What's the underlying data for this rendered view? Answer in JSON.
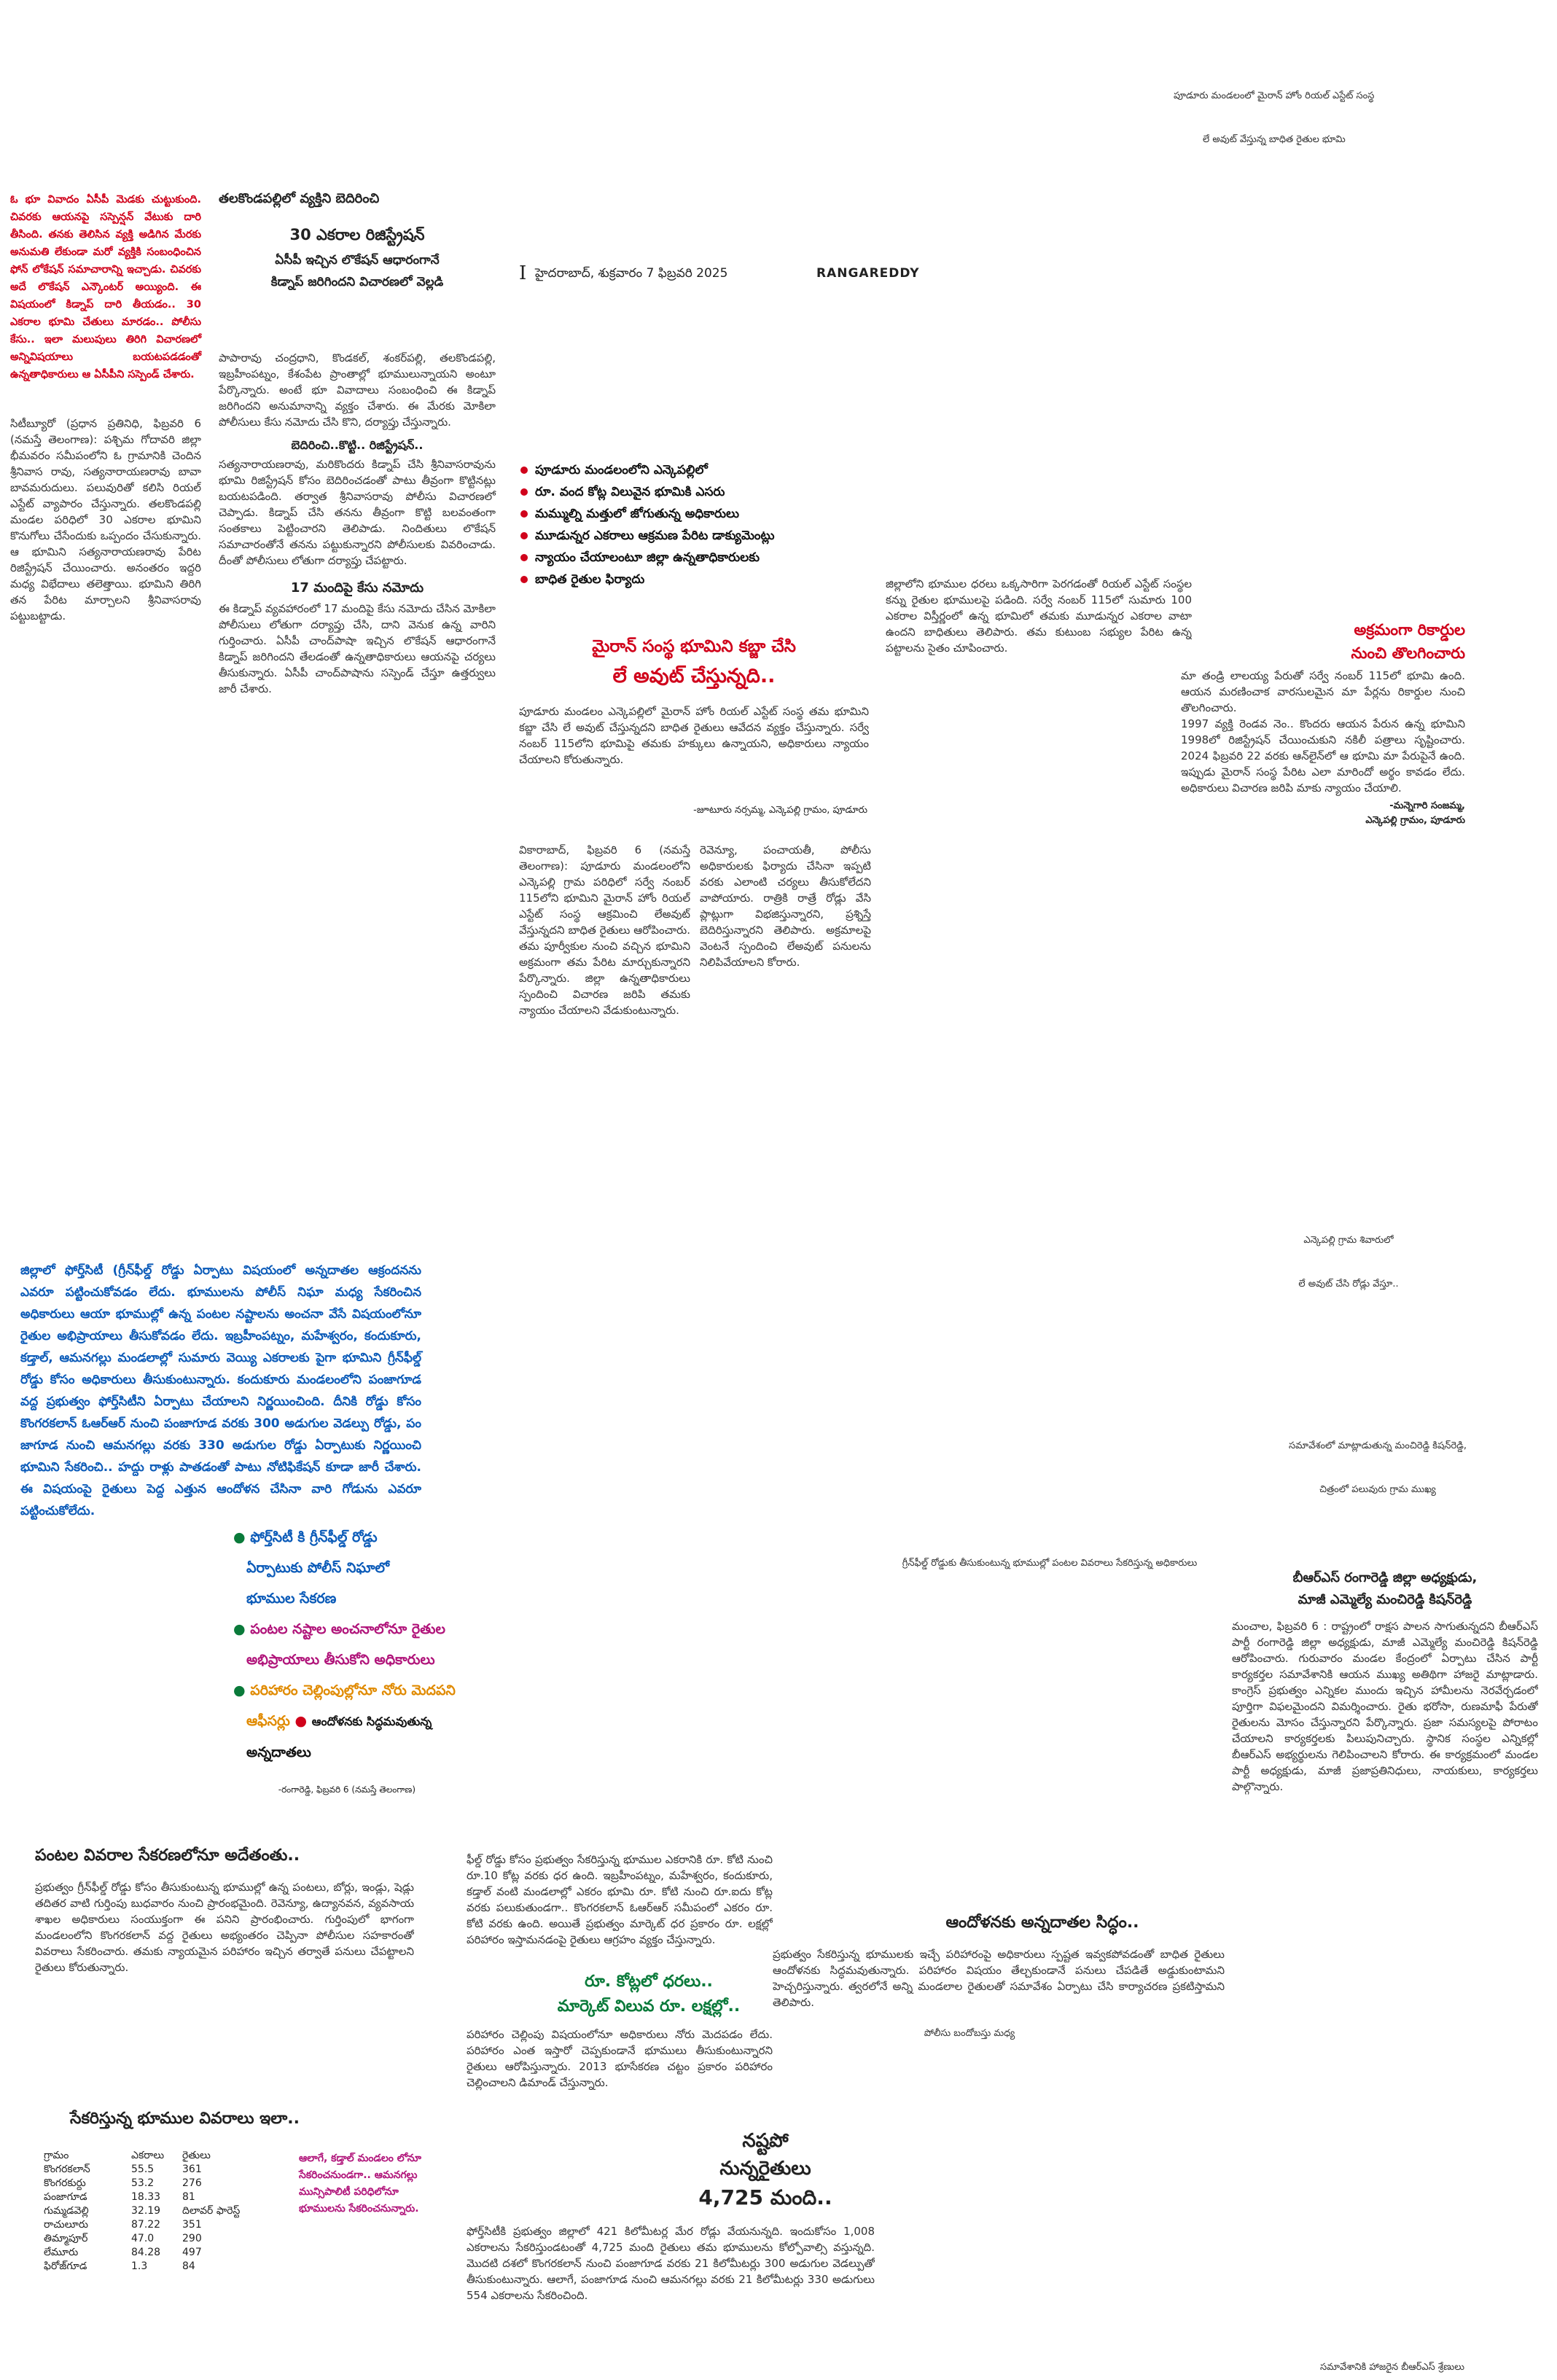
{
  "masthead": {
    "issue_mark": "I",
    "dateline": "హైదరాబాద్‌, శుక్రవారం 7 ఫిబ్రవరి 2025",
    "section": "RANGAREDDY"
  },
  "top_right_caption": {
    "line1": "పూడూరు మండలంలో మైరాన్‌ హోం రియల్‌ ఎస్టేట్‌ సంస్థ",
    "line2": "లే అవుట్‌ వేస్తున్న బాధిత రైతుల భూమి"
  },
  "red_intro": "ఓ భూ వివాదం ఏసీపీ మెడకు చుట్టుకుంది. చివరకు ఆయనపై సస్పెన్షన్‌ వేటుకు దారి తీసింది. తనకు తెలిసిన వ్యక్తి అడిగిన మేరకు అనుమతి లేకుండా మరో వ్యక్తికి సంబంధించిన ఫోన్‌ లోకేషన్‌ సమాచారాన్ని ఇచ్చాడు. చివరకు అదే లొకేషన్‌ ఎన్కౌంటర్‌ అయ్యింది. ఈ విషయంలో కిడ్నాప్‌ దారి తీయడం.. 30 ఎకరాల భూమి చేతులు మారడం.. పోలీసు కేసు.. ఇలా మలుపులు తిరిగి విచారణలో అన్నివిషయాలు బయటపడడంతో ఉన్నతాధికారులు ఆ ఏసీపీని సస్పెండ్‌ చేశారు.",
  "story1": {
    "kicker": "తలకొండపల్లిలో వ్యక్తిని బెదిరించి",
    "headline": "30 ఎకరాల రిజిస్ట్రేషన్‌",
    "deck1": "ఏసీపీ ఇచ్చిన లొకేషన్‌ ఆధారంగానే",
    "deck2": "కిడ్నాప్‌ జరిగిందని విచారణలో వెల్లడి",
    "col1": "సిటీబ్యూరో (ప్రధాన ప్రతినిధి, ఫిబ్రవరి 6 (నమస్తే తెలంగాణ): పశ్చిమ గోదావరి జిల్లా భీమవరం సమీపంలోని ఓ గ్రామానికి చెందిన శ్రీనివాస రావు, సత్యనారాయణరావు బావా బావమరుదులు. పలువురితో కలిసి రియల్‌ ఎస్టేట్‌ వ్యాపారం చేస్తున్నారు. తలకొండపల్లి మండల పరిధిలో 30 ఎకరాల భూమిని కొనుగోలు చేసేందుకు ఒప్పందం చేసుకున్నారు. ఆ భూమిని సత్యనారాయణరావు పేరిట రిజిస్ట్రేషన్‌ చేయించారు. అనంతరం ఇద్దరి మధ్య విభేదాలు తలెత్తాయి. భూమిని తిరిగి తన పేరిట మార్చాలని శ్రీనివాసరావు పట్టుబట్టాడు.",
    "col2": "పాపారావు చంద్రధాని, కొండకల్‌, శంకర్‌పల్లి, తలకొండపల్లి, ఇబ్రహీంపట్నం, కేశంపేట ప్రాంతాల్లో భూములున్నాయని అంటూ పేర్కొన్నారు. అంటే భూ వివాదాలు సంబంధించి ఈ కిడ్నాప్‌ జరిగిందని అనుమానాన్ని వ్యక్తం చేశారు. ఈ మేరకు మోకిలా పోలీసులు కేసు నమోదు చేసి కొని, దర్యాప్తు చేస్తున్నారు.",
    "sub1": "బెదిరించి..కొట్టి.. రిజిస్ట్రేషన్‌..",
    "col2b": "సత్యనారాయణరావు, మరికొందరు కిడ్నాప్‌ చేసి శ్రీనివాసరావును భూమి రిజిస్ట్రేషన్‌ కోసం బెదిరించడంతో పాటు తీవ్రంగా కొట్టినట్లు బయటపడింది. తర్వాత శ్రీనివాసరావు పోలీసు విచారణలో చెప్పాడు. కిడ్నాప్‌ చేసి తనను తీవ్రంగా కొట్టి బలవంతంగా సంతకాలు పెట్టించారని తెలిపాడు. నిందితులు లొకేషన్‌ సమాచారంతోనే తనను పట్టుకున్నారని పోలీసులకు వివరించాడు. దీంతో పోలీసులు లోతుగా దర్యాప్తు చేపట్టారు.",
    "sub2": "17 మందిపై కేసు నమోదు",
    "col2c": "ఈ కిడ్నాప్‌ వ్యవహారంలో 17 మందిపై కేసు నమోదు చేసిన మోకిలా పోలీసులు లోతుగా దర్యాప్తు చేసి, దాని వెనుక ఉన్న వారిని గుర్తించారు. ఏసీపీ చాంద్‌పాషా ఇచ్చిన లొకేషన్‌ ఆధారంగానే కిడ్నాప్‌ జరిగిందని తేలడంతో ఉన్నతాధికారులు ఆయనపై చర్యలు తీసుకున్నారు. ఏసీపీ చాంద్‌పాషాను సస్పెండ్‌ చేస్తూ ఉత్తర్వులు జారీ చేశారు."
  },
  "story2": {
    "bullets": [
      "పూడూరు మండలంలోని ఎన్కెపల్లిలో",
      "రూ. వంద కోట్ల విలువైన భూమికి ఎసరు",
      "మమ్ముల్ని మత్తులో జోగుతున్న అధికారులు",
      "మూడున్నర ఎకరాలు ఆక్రమణ పేరిట డాక్యుమెంట్లు",
      "న్యాయం చేయాలంటూ జిల్లా ఉన్నతాధికారులకు",
      "బాధిత రైతుల ఫిర్యాదు"
    ],
    "headline1": "మైరాన్‌ సంస్థ భూమిని కబ్జా చేసి",
    "headline2": "లే అవుట్‌ చేస్తున్నది..",
    "intro": "పూడూరు మండలం ఎన్కెపల్లిలో మైరాన్‌ హోం రియల్‌ ఎస్టేట్‌ సంస్థ తమ భూమిని కబ్జా చేసి లే అవుట్‌ చేస్తున్నదని బాధిత రైతులు ఆవేదన వ్యక్తం చేస్తున్నారు. సర్వే నంబర్‌ 115లోని భూమిపై తమకు హక్కులు ఉన్నాయని, అధికారులు న్యాయం చేయాలని కోరుతున్నారు.",
    "byline": "-జూటూరు నర్సమ్మ, ఎన్కెపల్లి గ్రామం, పూడూరు",
    "col_a": "వికారాబాద్‌, ఫిబ్రవరి 6 (నమస్తే తెలంగాణ): పూడూరు మండలంలోని ఎన్కెపల్లి గ్రామ పరిధిలో సర్వే నంబర్‌ 115లోని భూమిని మైరాన్‌ హోం రియల్‌ ఎస్టేట్‌ సంస్థ ఆక్రమించి లేఅవుట్‌ వేస్తున్నదని బాధిత రైతులు ఆరోపించారు. తమ పూర్వీకుల నుంచి వచ్చిన భూమిని అక్రమంగా తమ పేరిట మార్చుకున్నారని పేర్కొన్నారు. జిల్లా ఉన్నతాధికారులు స్పందించి విచారణ జరిపి తమకు న్యాయం చేయాలని వేడుకుంటున్నారు.",
    "col_b": "రెవెన్యూ, పంచాయతీ, పోలీసు అధికారులకు ఫిర్యాదు చేసినా ఇప్పటి వరకు ఎలాంటి చర్యలు తీసుకోలేదని వాపోయారు. రాత్రికి రాత్రే రోడ్లు వేసి ప్లాట్లుగా విభజిస్తున్నారని, ప్రశ్నిస్తే బెదిరిస్తున్నారని తెలిపారు. అక్రమాలపై వెంటనే స్పందించి లేఅవుట్‌ పనులను నిలిపివేయాలని కోరారు.",
    "col_c": "జిల్లాలోని భూముల ధరలు ఒక్కసారిగా పెరగడంతో రియల్‌ ఎస్టేట్‌ సంస్థల కన్ను రైతుల భూములపై పడింది. సర్వే నంబర్‌ 115లో సుమారు 100 ఎకరాల విస్తీర్ణంలో ఉన్న భూమిలో తమకు మూడున్నర ఎకరాల వాటా ఉందని బాధితులు తెలిపారు. తమ కుటుంబ సభ్యుల పేరిట ఉన్న పట్టాలను సైతం చూపించారు.",
    "photo_caption_line1": "ఎన్కెపల్లి గ్రామ శివారులో",
    "photo_caption_line2": "లే అవుట్‌ చేసి రోడ్లు వేస్తూ..",
    "side_headline1": "అక్రమంగా రికార్డుల",
    "side_headline2": "నుంచి తొలగించారు",
    "side_intro": "మా తండ్రి లాలయ్య పేరుతో సర్వే నంబర్‌ 115లో భూమి ఉంది. ఆయన మరణించాక వారసులమైన మా పేర్లను రికార్డుల నుంచి తొలగించారు.",
    "side_text": "1997 వ్యక్తి రెండవ నెం.. కొందరు ఆయన పేరున ఉన్న భూమిని 1998లో రిజిస్ట్రేషన్‌ చేయించుకుని నకిలీ పత్రాలు సృష్టించారు. 2024 ఫిబ్రవరి 22 వరకు ఆన్‌లైన్‌లో ఆ భూమి మా పేరుపైనే ఉంది. ఇప్పుడు మైరాన్‌ సంస్థ పేరిట ఎలా మారిందో అర్థం కావడం లేదు. అధికారులు విచారణ జరిపి మాకు న్యాయం చేయాలి.",
    "side_byline1": "-మన్నెగారి సంజమ్మ,",
    "side_byline2": "ఎన్కెపల్లి గ్రామం, పూడూరు"
  },
  "story3": {
    "intro": "జిల్లాలో ఫోర్త్‌సిటీ (గ్రీన్‌ఫీల్డ్‌ రోడ్డు ఏర్పాటు విషయంలో అన్నదాతల ఆక్రందనను ఎవరూ పట్టించుకోవడం లేదు. భూములను పోలీస్‌ నిఘా మధ్య సేకరించిన అధికారులు ఆయా భూముల్లో ఉన్న పంటల నష్టాలను అంచనా వేసే విషయంలోనూ రైతుల అభిప్రాయాలు తీసుకోవడం లేదు. ఇబ్రహీంపట్నం, మహేశ్వరం, కందుకూరు, కడ్తాల్‌, ఆమనగల్లు మండలాల్లో సుమారు వెయ్యి ఎకరాలకు పైగా భూమిని గ్రీన్‌ఫీల్డ్‌ రోడ్డు కోసం అధికారులు తీసుకుంటున్నారు. కందుకూరు మండలంలోని పంజాగూడ వద్ద ప్రభుత్వం ఫోర్త్‌సిటీని ఏర్పాటు చేయాలని నిర్ణయించింది. దీనికి రోడ్డు కోసం కొంగరకలాన్‌ ఓఆర్‌ఆర్‌ నుంచి పంజాగూడ వరకు 300 అడుగుల వెడల్పు రోడ్డు, పం జాగూడ నుంచి ఆమనగల్లు వరకు 330 అడుగుల రోడ్డు ఏర్పాటుకు నిర్ణయించి భూమిని సేకరించి.. హద్దు రాళ్లు పాతడంతో పాటు నోటిఫికేషన్‌ కూడా జారీ చేశారు. ఈ విషయంపై రైతులు పెద్ద ఎత్తున ఆందోళన చేసినా వారి గోడును ఎవరూ పట్టించుకోలేదు.",
    "dateline": "-రంగారెడ్డి, ఫిబ్రవరి 6 (నమస్తే తెలంగాణ)",
    "bullets": [
      "ఫోర్త్‌సిటీ కి గ్రీన్‌ఫీల్డ్‌ రోడ్డు",
      "ఏర్పాటుకు పోలీస్‌ నిఘాలో",
      "భూముల సేకరణ",
      "పంటల నష్టాల అంచనాలోనూ రైతుల",
      "అభిప్రాయాలు తీసుకోని అధికారులు",
      "పరిహారం చెల్లింపుల్లోనూ నోరు మెదపని",
      "ఆఫీసర్లు",
      "ఆందోళనకు సిద్ధమవుతున్న",
      "అన్నదాతలు"
    ],
    "photo_caption": "గ్రీన్‌ఫీల్డ్‌ రోడ్డుకు తీసుకుంటున్న భూముల్లో పంటల వివరాలు సేకరిస్తున్న అధికారులు",
    "sub_head": "పంటల వివరాల సేకరణలోనూ అదేతంతు..",
    "sub_text": "ప్రభుత్వం గ్రీన్‌ఫీల్డ్‌ రోడ్డు కోసం తీసుకుంటున్న భూముల్లో ఉన్న పంటలు, బోర్లు, ఇండ్లు, షెడ్లు తదితర వాటి గుర్తింపు బుధవారం నుంచి ప్రారంభమైంది. రెవెన్యూ, ఉద్యానవన, వ్యవసాయ శాఖల అధికారులు సంయుక్తంగా ఈ పనిని ప్రారంభించారు. గుర్తింపులో భాగంగా మండలంలోని కొంగరకలాన్‌ వద్ద రైతులు అభ్యంతరం చెప్పినా పోలీసుల సహకారంతో వివరాలు సేకరించారు. తమకు న్యాయమైన పరిహారం ఇచ్చిన తర్వాతే పనులు చేపట్టాలని రైతులు కోరుతున్నారు.",
    "table_title": "సేకరిస్తున్న భూముల వివరాలు ఇలా..",
    "table_headers": [
      "గ్రామం",
      "ఎకరాలు",
      "రైతులు"
    ],
    "table_rows": [
      [
        "కొంగరకలాన్‌",
        "55.5",
        "361"
      ],
      [
        "కొంగరకుర్దు",
        "53.2",
        "276"
      ],
      [
        "పంజాగూడ",
        "18.33",
        "81"
      ],
      [
        "గుమ్మడవెల్లి",
        "32.19",
        "దిలావర్‌ ఫారెస్ట్‌"
      ],
      [
        "రాచులూరు",
        "87.22",
        "351"
      ],
      [
        "తిమ్మాపూర్‌",
        "47.0",
        "290"
      ],
      [
        "లేమూరు",
        "84.28",
        "497"
      ],
      [
        "ఫిరోజ్‌గూడ",
        "1.3",
        "84"
      ]
    ],
    "table_note": "ఆలాగే, కడ్తాల్‌ మండలం లోనూ సేకరించనుండగా.. ఆమనగల్లు మున్సిపాలిటీ పరిధిలోనూ భూములను సేకరించనున్నారు.",
    "mid_text": "ఫీల్డ్‌ రోడ్డు కోసం ప్రభుత్వం సేకరిస్తున్న భూముల ఎకరానికి రూ. కోటి నుంచి రూ.10 కోట్ల వరకు ధర ఉంది. ఇబ్రహీంపట్నం, మహేశ్వరం, కందుకూరు, కడ్తాల్‌ వంటి మండలాల్లో ఎకరం భూమి రూ. కోటి నుంచి రూ.ఐదు కోట్ల వరకు పలుకుతుండగా.. కొంగరకలాన్‌ ఓఆర్‌ఆర్‌ సమీపంలో ఎకరం రూ. కోటి వరకు ఉంది. అయితే ప్రభుత్వం మార్కెట్‌ ధర ప్రకారం రూ. లక్షల్లో పరిహారం ఇస్తామనడంపై రైతులు ఆగ్రహం వ్యక్తం చేస్తున్నారు.",
    "mid_head1": "రూ. కోట్లలో ధరలు..",
    "mid_head2": "మార్కెట్‌ విలువ రూ. లక్షల్లో..",
    "mid_text2": "పరిహారం చెల్లింపు విషయంలోనూ అధికారులు నోరు మెదపడం లేదు. పరిహారం ఎంత ఇస్తారో చెప్పకుండానే భూములు తీసుకుంటున్నారని రైతులు ఆరోపిస్తున్నారు. 2013 భూసేకరణ చట్టం ప్రకారం పరిహారం చెల్లించాలని డిమాండ్‌ చేస్తున్నారు.",
    "loss_head1": "నష్టపో",
    "loss_head2": "నున్నరైతులు",
    "loss_head3": "4,725 మంది..",
    "loss_text": "ఫోర్త్‌సిటీకి ప్రభుత్వం జిల్లాలో 421 కిలోమీటర్ల మేర రోడ్లు వేయనున్నది. ఇందుకోసం 1,008 ఎకరాలను సేకరిస్తుండటంతో 4,725 మంది రైతులు తమ భూములను కోల్పోవాల్సి వస్తున్నది. మొదటి దశలో కొంగరకలాన్‌ నుంచి పంజాగూడ వరకు 21 కిలోమీటర్లు 300 అడుగుల వెడల్పుతో తీసుకుంటున్నారు. ఆలాగే, పంజాగూడ నుంచి ఆమనగల్లు వరకు 21 కిలోమీటర్లు 330 అడుగులు 554 ఎకరాలను సేకరించింది.",
    "protest_head": "ఆందోళనకు అన్నదాతల సిద్ధం..",
    "protest_text": "ప్రభుత్వం సేకరిస్తున్న భూములకు ఇచ్చే పరిహారంపై అధికారులు స్పష్టత ఇవ్వకపోవడంతో బాధిత రైతులు ఆందోళనకు సిద్ధమవుతున్నారు. పరిహారం విషయం తేల్చకుండానే పనులు చేపడితే అడ్డుకుంటామని హెచ్చరిస్తున్నారు. త్వరలోనే అన్ని మండలాల రైతులతో సమావేశం ఏర్పాటు చేసి కార్యాచరణ ప్రకటిస్తామని తెలిపారు.",
    "protest_caption": "పోలీసు బందోబస్తు మధ్య"
  },
  "story4": {
    "photo_caption_line1": "సమావేశంలో మాట్లాడుతున్న మంచిరెడ్డి కిషన్‌రెడ్డి,",
    "photo_caption_line2": "చిత్రంలో పలువురు గ్రామ ముఖ్య",
    "headline1": "బీఆర్‌ఎస్‌ రంగారెడ్డి జిల్లా అధ్యక్షుడు,",
    "headline2": "మాజీ ఎమ్మెల్యే మంచిరెడ్డి కిషన్‌రెడ్డి",
    "text": "మంచాల, ఫిబ్రవరి 6 : రాష్ట్రంలో రాక్షస పాలన సాగుతున్నదని బీఆర్‌ఎస్‌ పార్టీ రంగారెడ్డి జిల్లా అధ్యక్షుడు, మాజీ ఎమ్మెల్యే మంచిరెడ్డి కిషన్‌రెడ్డి ఆరోపించారు. గురువారం మండల కేంద్రంలో ఏర్పాటు చేసిన పార్టీ కార్యకర్తల సమావేశానికి ఆయన ముఖ్య అతిథిగా హాజరై మాట్లాడారు. కాంగ్రెస్‌ ప్రభుత్వం ఎన్నికల ముందు ఇచ్చిన హామీలను నెరవేర్చడంలో పూర్తిగా విఫలమైందని విమర్శించారు. రైతు భరోసా, రుణమాఫీ పేరుతో రైతులను మోసం చేస్తున్నారని పేర్కొన్నారు. ప్రజా సమస్యలపై పోరాటం చేయాలని కార్యకర్తలకు పిలుపునిచ్చారు. స్థానిక సంస్థల ఎన్నికల్లో బీఆర్‌ఎస్‌ అభ్యర్థులను గెలిపించాలని కోరారు. ఈ కార్యక్రమంలో మండల పార్టీ అధ్యక్షుడు, మాజీ ప్రజాప్రతినిధులు, నాయకులు, కార్యకర్తలు పాల్గొన్నారు.",
    "bottom_caption": "సమావేశానికి హాజరైన బీఆర్‌ఎస్‌ శ్రేణులు"
  }
}
